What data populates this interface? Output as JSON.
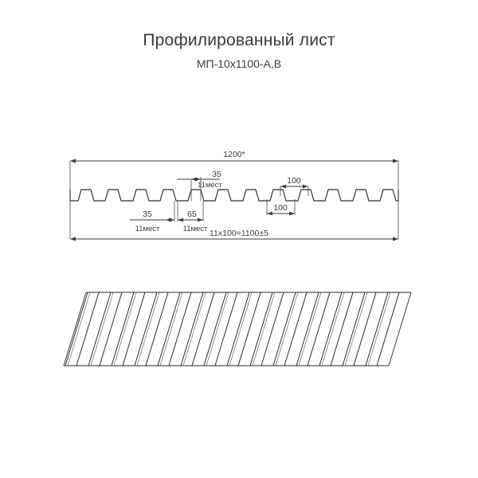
{
  "document": {
    "title": "Профилированный лист",
    "subtitle": "МП-10x1100-А,В",
    "language": "ru",
    "drawing_type": "technical-profile-drawing"
  },
  "colors": {
    "background": "#ffffff",
    "line": "#2b2b2b",
    "dimension_line": "#3a3a3a",
    "text": "#3a3a3a"
  },
  "dimensions": {
    "overall_width": {
      "value": "1200*",
      "position": "top",
      "description": "overall sheet width with asterisk note"
    },
    "crest_width": {
      "value": "35",
      "count_label": "11мест",
      "position": "top-inner",
      "description": "rib crest flat width, 11 places"
    },
    "valley_left": {
      "value": "35",
      "count_label": "11мест",
      "position": "bottom-left-inner",
      "description": "35 mm, 11 places"
    },
    "valley_width": {
      "value": "65",
      "count_label": "11мест",
      "position": "bottom-inner",
      "description": "valley flat width, 11 places"
    },
    "pitch_top": {
      "value": "100",
      "position": "top-right",
      "description": "pitch measured crest to crest"
    },
    "pitch_bottom": {
      "value": "100",
      "position": "bottom-right",
      "description": "pitch measured valley to valley"
    },
    "working_width": {
      "value": "11x100=1100±5",
      "position": "bottom",
      "description": "effective covering width"
    }
  },
  "profile": {
    "rib_count": 12,
    "pitch_mm": 100,
    "crest_flat_mm": 35,
    "valley_flat_mm": 65,
    "height_mm": 10
  },
  "isometric_view": {
    "rib_count": 14,
    "description": "isometric pictorial of corrugated profiled sheet"
  }
}
